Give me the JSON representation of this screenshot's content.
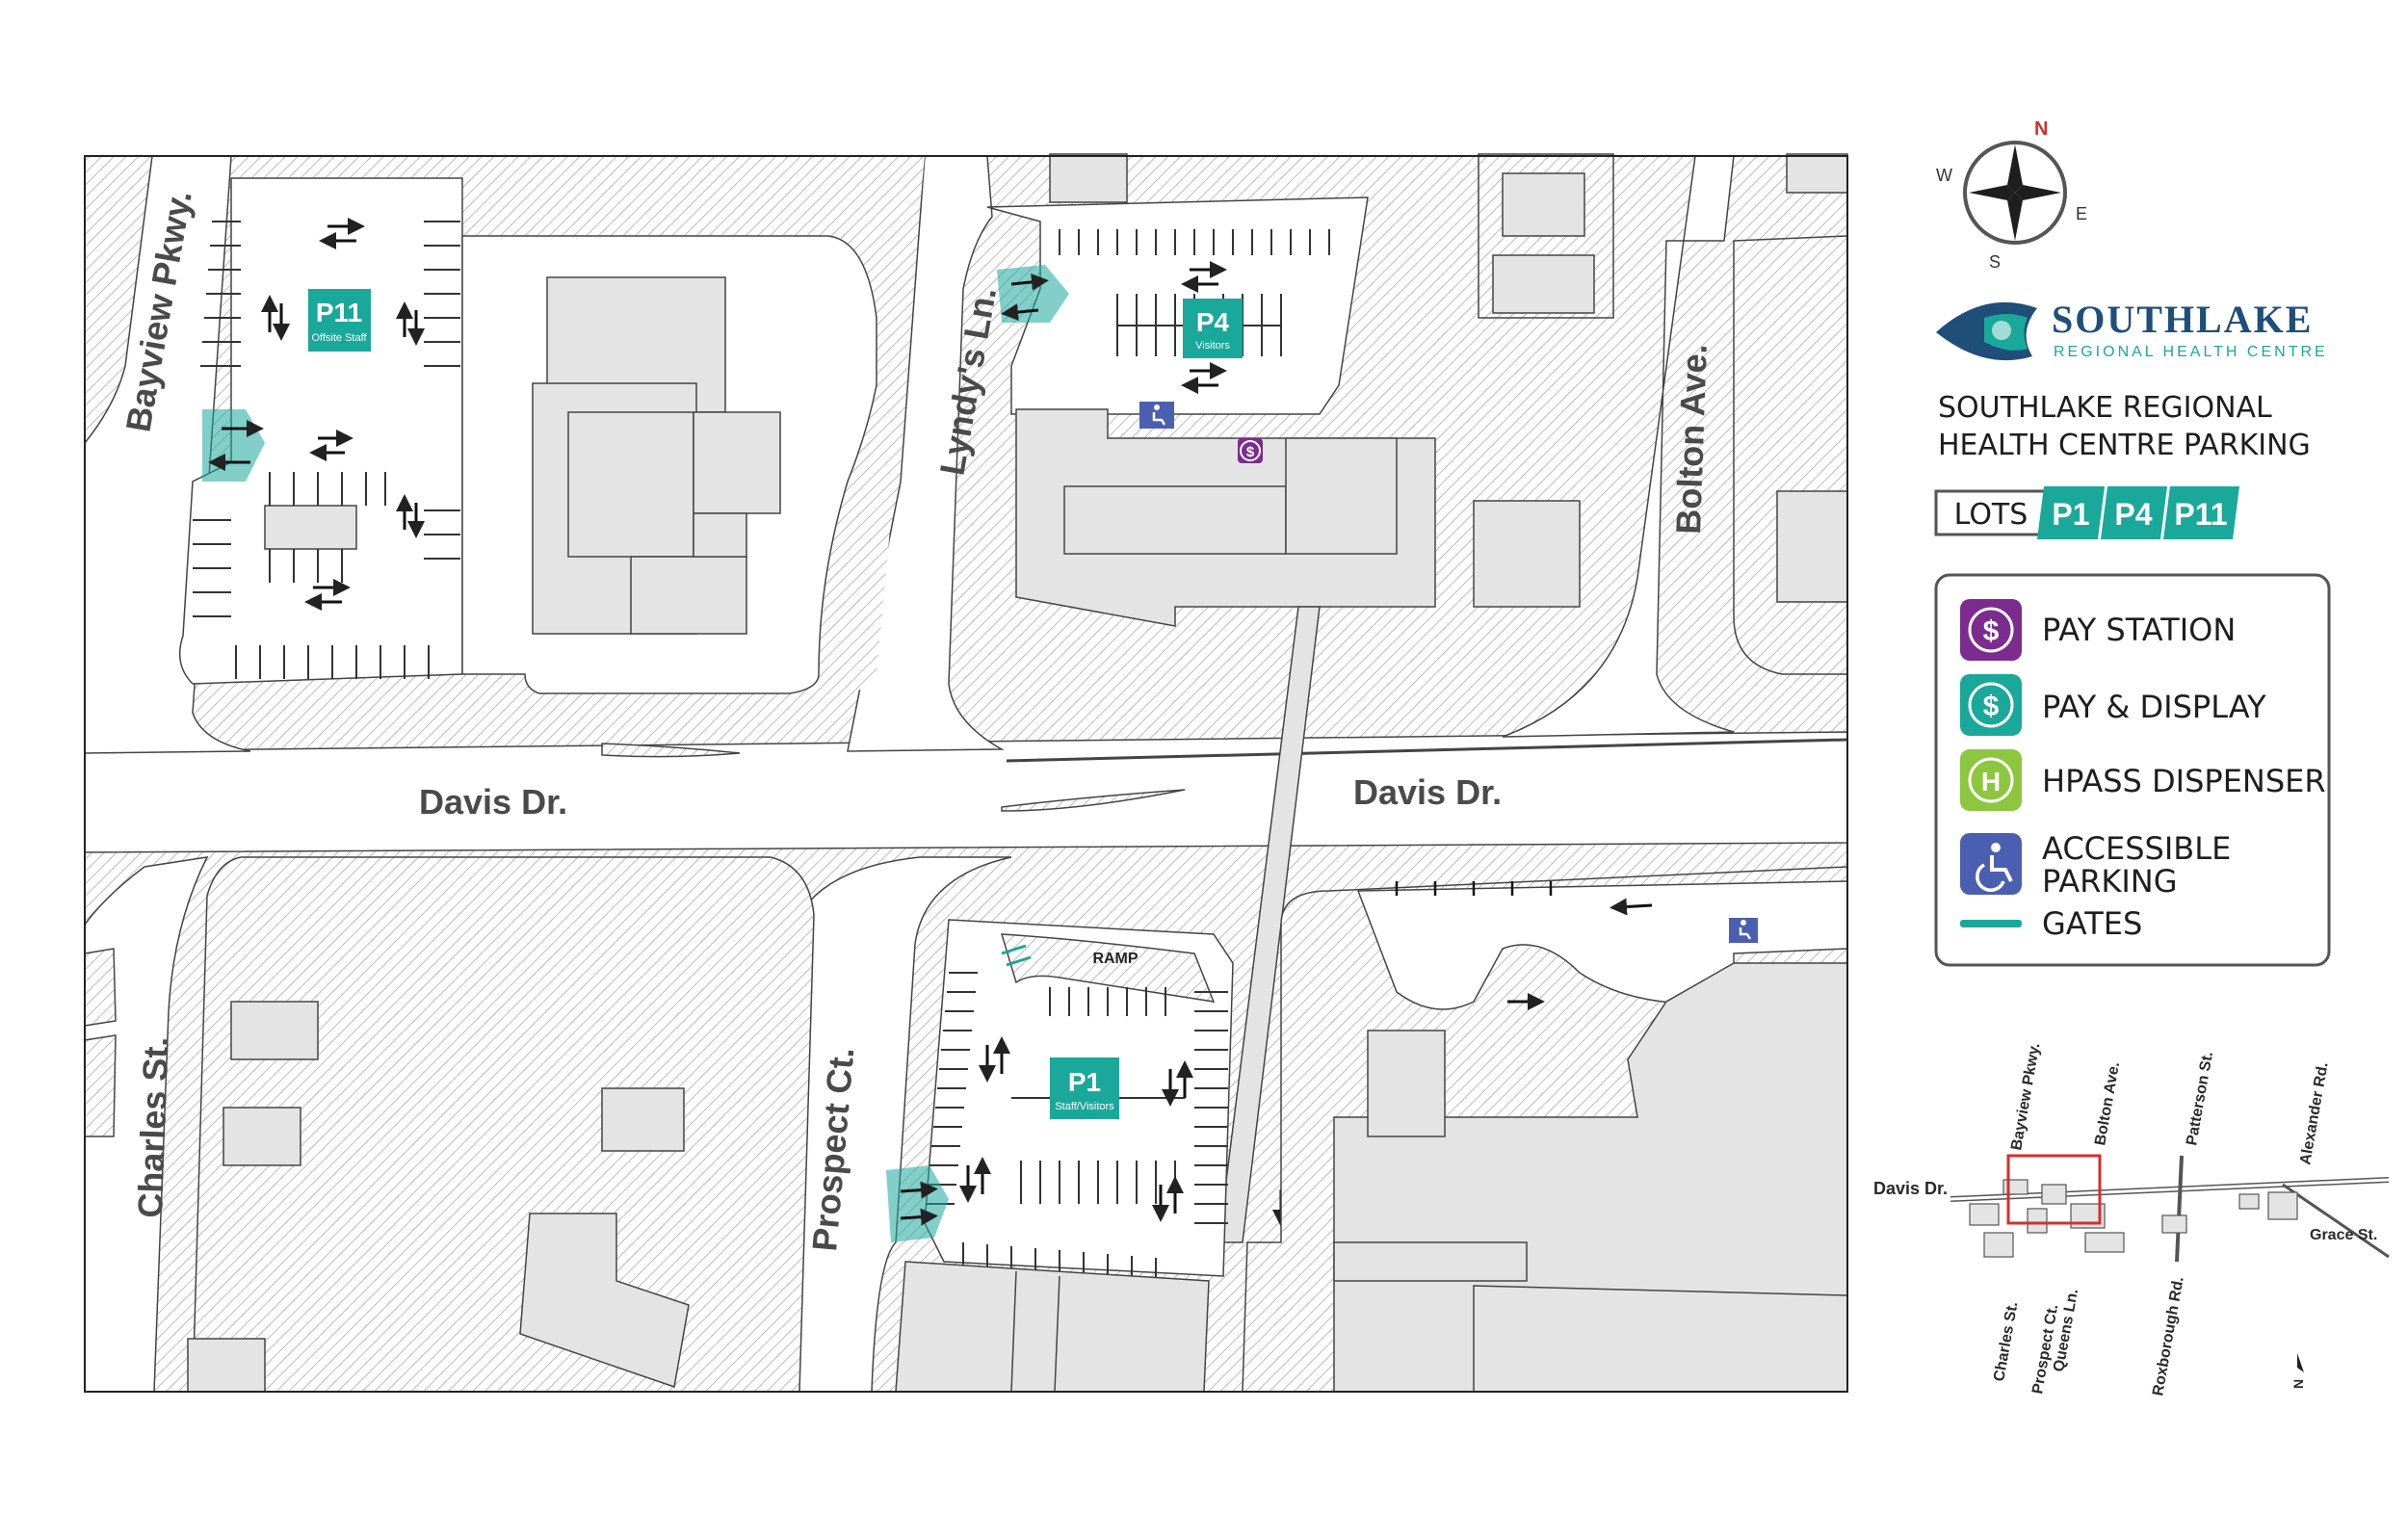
{
  "colors": {
    "teal": "#1aa89a",
    "purple": "#7b2c8e",
    "green": "#8dc63f",
    "accessible_blue": "#4a5fb0",
    "building": "#e4e4e4",
    "hatch": "#cfcfcf",
    "brand_navy": "#1f4e79"
  },
  "roads": {
    "bayview": "Bayview Pkwy.",
    "lyndys": "Lyndy's Ln.",
    "bolton": "Bolton Ave.",
    "davis_west": "Davis Dr.",
    "davis_east": "Davis Dr.",
    "charles": "Charles St.",
    "prospect": "Prospect Ct."
  },
  "lots": {
    "p11": {
      "code": "P11",
      "sub": "Offsite Staff"
    },
    "p4": {
      "code": "P4",
      "sub": "Visitors"
    },
    "p1": {
      "code": "P1",
      "sub": "Staff/Visitors"
    },
    "ramp": "RAMP"
  },
  "compass": {
    "n": "N",
    "s": "S",
    "e": "E",
    "w": "W"
  },
  "brand": {
    "name": "SOUTHLAKE",
    "tagline": "REGIONAL HEALTH CENTRE",
    "title_line1": "SOUTHLAKE REGIONAL",
    "title_line2": "HEALTH CENTRE PARKING"
  },
  "lots_badge": {
    "label": "LOTS",
    "items": [
      "P1",
      "P4",
      "P11"
    ]
  },
  "legend": {
    "pay_station": "PAY STATION",
    "pay_display": "PAY & DISPLAY",
    "hpass": "HPASS DISPENSER",
    "accessible_1": "ACCESSIBLE",
    "accessible_2": "PARKING",
    "gates": "GATES",
    "pay_symbol": "$",
    "hpass_symbol": "H"
  },
  "minimap": {
    "davis": "Davis Dr.",
    "bayview": "Bayview Pkwy.",
    "bolton": "Bolton Ave.",
    "patterson": "Patterson St.",
    "alexander": "Alexander Rd.",
    "grace": "Grace St.",
    "charles": "Charles St.",
    "prospect": "Prospect Ct.",
    "queens": "Queens Ln.",
    "roxborough": "Roxborough Rd.",
    "north": "N"
  },
  "map_icons": {
    "pay_station_symbol": "$"
  }
}
